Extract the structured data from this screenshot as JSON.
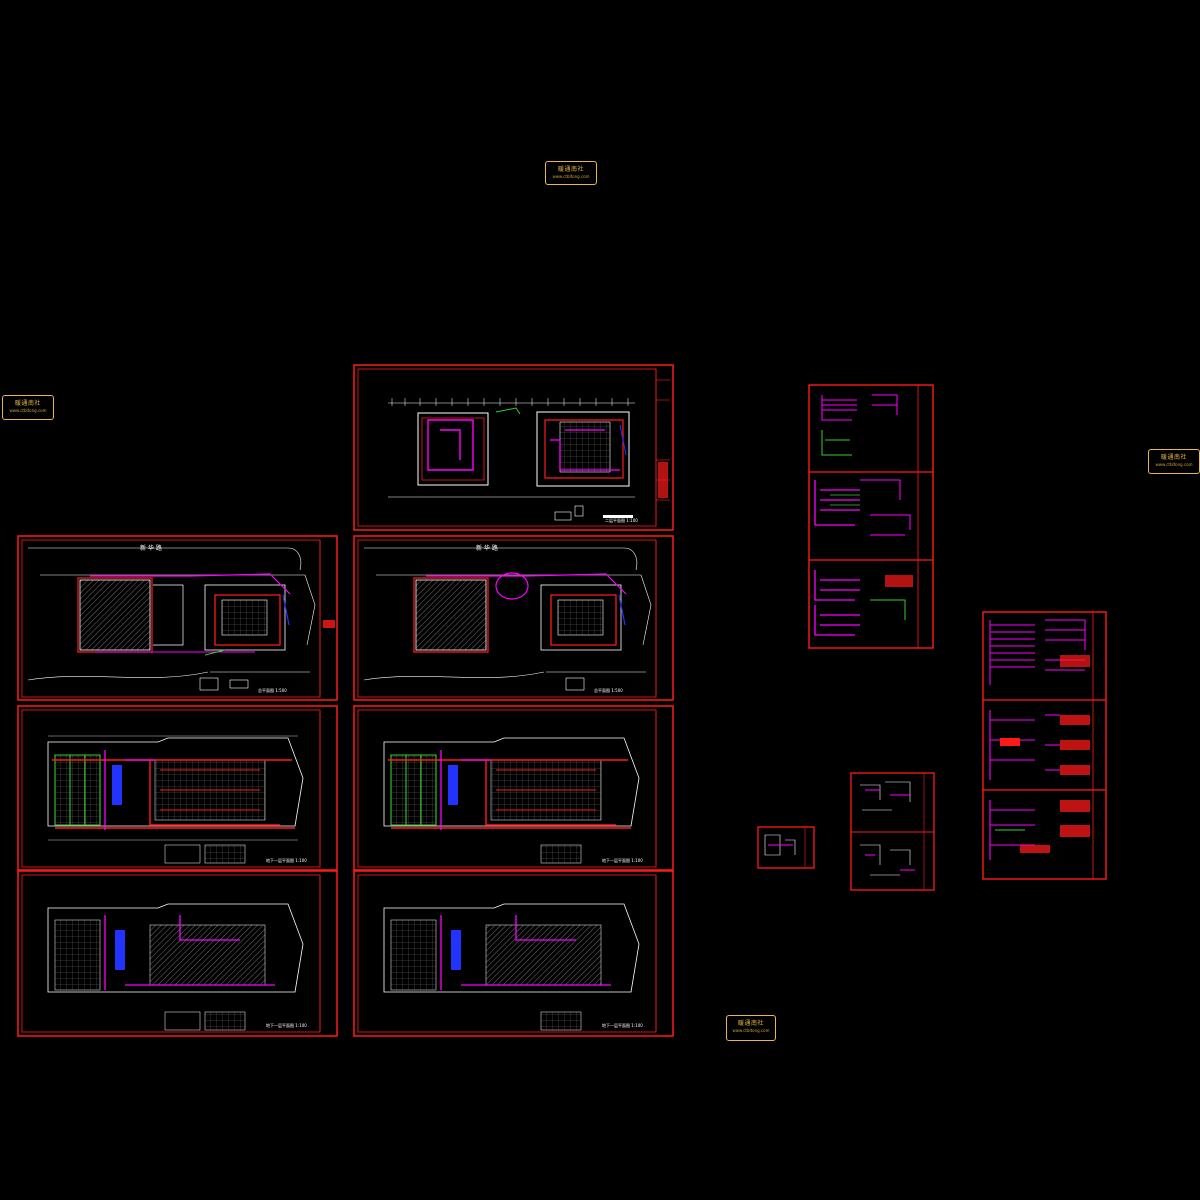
{
  "stamps": [
    {
      "line1": "暖通南社",
      "line2": "www.ctbltong.com"
    },
    {
      "line1": "暖通南社",
      "line2": "www.ctbltong.com"
    },
    {
      "line1": "暖通南社",
      "line2": "www.ctbltong.com"
    },
    {
      "line1": "暖通南社",
      "line2": "www.ctbltong.com"
    }
  ],
  "road_labels": {
    "road_a": "新 华 路",
    "road_b": "新 华 路"
  },
  "sheets": {
    "top_plan": {
      "scale_note": "二层平面图  1:100"
    },
    "site_plan_left": {
      "scale_note": "总平面图 1:500"
    },
    "site_plan_right": {
      "scale_note": "总平面图 1:500"
    },
    "mid_left": {
      "scale_note": "地下一层平面图  1:100"
    },
    "mid_right": {
      "scale_note": "地下一层平面图  1:100"
    },
    "low_left": {
      "scale_note": "地下一层平面图  1:100"
    },
    "low_right": {
      "scale_note": "地下一层平面图  1:100"
    }
  },
  "colors": {
    "frame": "#ff1a1a",
    "wire": "#ff00ff",
    "green": "#33cc33",
    "blue": "#2233ff",
    "white": "#ffffff",
    "stamp": "#e8b84a"
  }
}
